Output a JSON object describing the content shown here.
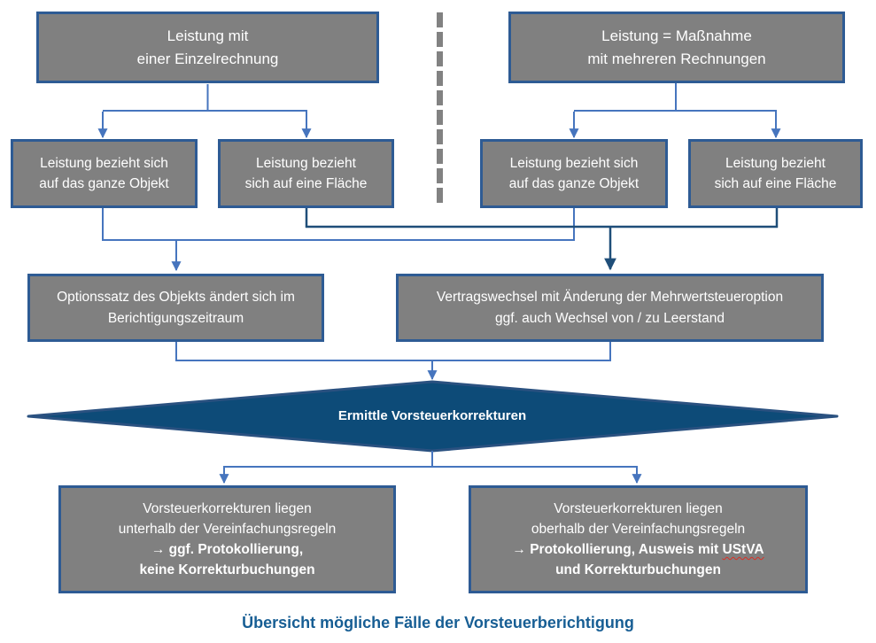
{
  "caption": "Übersicht mögliche Fälle der Vorsteuerberichtigung",
  "decision": {
    "label": "Ermittle Vorsteuerkorrekturen"
  },
  "colors": {
    "node_fill": "#808080",
    "node_border": "#2E5B94",
    "connector_blue": "#4675BE",
    "connector_navy": "#1F4E79",
    "decision_fill": "#0D4B78",
    "decision_border": "#2A5180",
    "divider_gray": "#828282",
    "caption_blue": "#175E94",
    "spellcheck_red": "#d93025"
  },
  "nodes": {
    "single_invoice": {
      "line1": "Leistung mit",
      "line2": "einer Einzelrechnung"
    },
    "multiple_invoices": {
      "line1": "Leistung = Maßnahme",
      "line2": "mit mehreren Rechnungen"
    },
    "single_whole_object": {
      "line1": "Leistung bezieht sich",
      "line2": "auf das ganze Objekt"
    },
    "single_area": {
      "line1": "Leistung bezieht",
      "line2": "sich auf eine Fläche"
    },
    "multi_whole_object": {
      "line1": "Leistung bezieht sich",
      "line2": "auf das ganze Objekt"
    },
    "multi_area": {
      "line1": "Leistung bezieht",
      "line2": "sich auf eine Fläche"
    },
    "option_rate": {
      "line1": "Optionssatz des Objekts ändert sich im",
      "line2": "Berichtigungszeitraum"
    },
    "contract_change": {
      "line1": "Vertragswechsel mit Änderung der Mehrwertsteueroption",
      "line2": "ggf. auch Wechsel von / zu Leerstand"
    },
    "below_rules": {
      "line1": "Vorsteuerkorrekturen liegen",
      "line2": "unterhalb der Vereinfachungsregeln",
      "line3": "→ ggf. Protokollierung,",
      "line4": "keine Korrekturbuchungen"
    },
    "above_rules": {
      "line1": "Vorsteuerkorrekturen liegen",
      "line2": "oberhalb der Vereinfachungsregeln",
      "line3_prefix": "→ Protokollierung, Ausweis mit ",
      "line3_highlight": "UStVA",
      "line4": "und Korrekturbuchungen"
    }
  }
}
